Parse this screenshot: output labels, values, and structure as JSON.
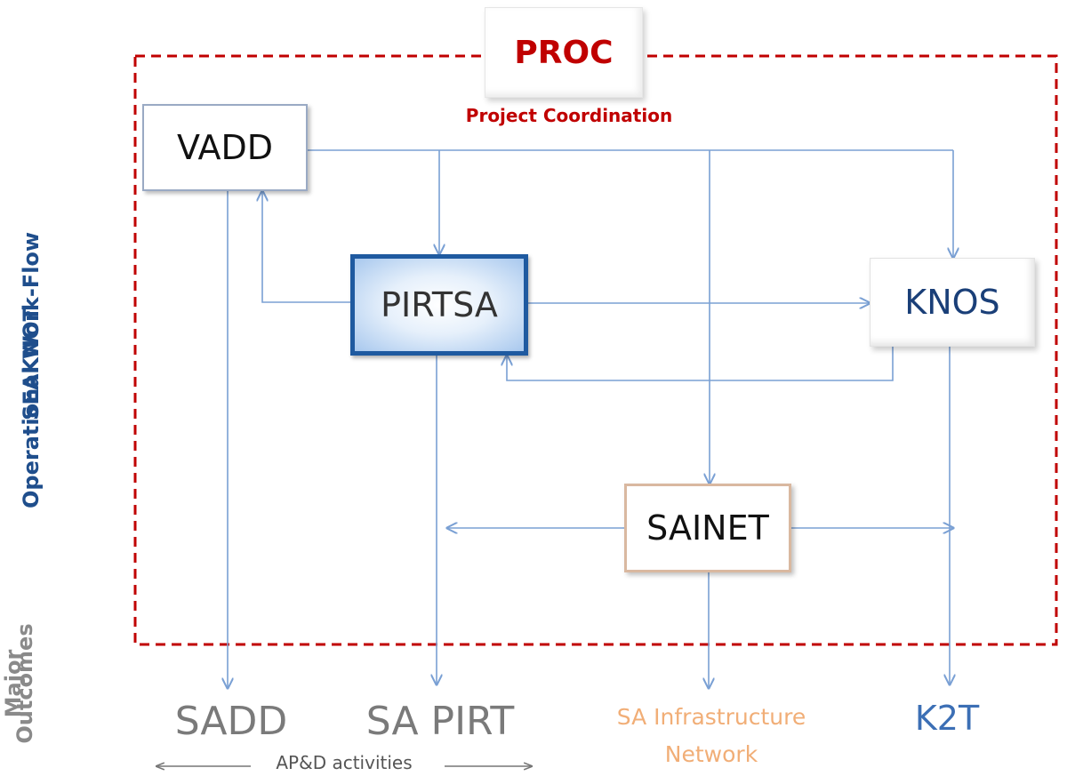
{
  "nodes": {
    "proc": "PROC",
    "vadd": "VADD",
    "pirtsa": "PIRTSA",
    "knos": "KNOS",
    "sainet": "SAINET"
  },
  "labels": {
    "project_coordination": "Project Coordination",
    "side_seaknot": "SEAKNOT",
    "side_workflow": "Operational Work-Flow",
    "side_major": "Major",
    "side_outcomes": "Outcomes",
    "apd_activities": "AP&D activities"
  },
  "outcomes": {
    "sadd": "SADD",
    "sa_pirt": "SA PIRT",
    "sa_infra_line1": "SA Infrastructure",
    "sa_infra_line2": "Network",
    "k2t": "K2T"
  },
  "colors": {
    "boundary": "#c00000",
    "connector": "#7aa0d4"
  }
}
